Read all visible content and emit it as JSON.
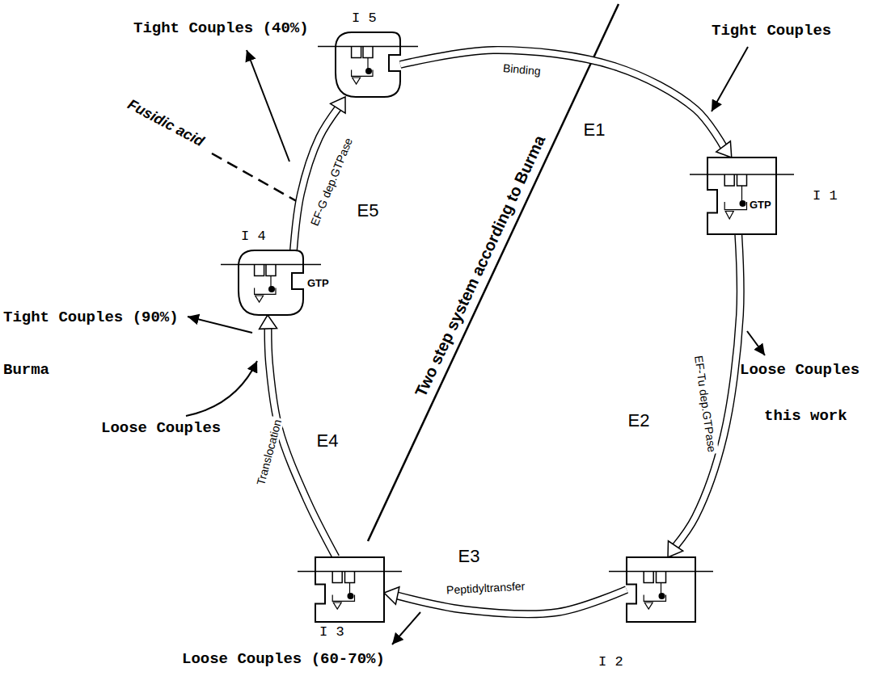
{
  "diagram": {
    "nodes": [
      {
        "text": [
          "I 1",
          "GTP"
        ]
      },
      {
        "text": [
          "I 2"
        ]
      },
      {
        "text": [
          "I 3"
        ]
      },
      {
        "text": [
          "I 4",
          "GTP"
        ]
      },
      {
        "text": [
          "I 5"
        ]
      }
    ],
    "edges": [
      {
        "from": 4,
        "to": 0,
        "arrow": "to",
        "label": "Binding"
      },
      {
        "from": 0,
        "to": 1,
        "arrow": "to",
        "label": "EF-Tu dep.GTPase"
      },
      {
        "from": 1,
        "to": 2,
        "arrow": "to",
        "label": "Peptidyltransfer"
      },
      {
        "from": 2,
        "to": 3,
        "arrow": "to",
        "label": "Translocation"
      },
      {
        "from": 3,
        "to": 4,
        "arrow": "to",
        "label": "EF-G dep.GTPase"
      }
    ],
    "labels": [
      "E1",
      "E2",
      "E3",
      "E4",
      "E5",
      "Tight Couples (40%)",
      "Tight Couples",
      "Loose Couples",
      "this work",
      "Loose Couples (60-70%)",
      "Loose Couples",
      "Tight Couples (90%)",
      "Burma",
      "Two step system according to Burma",
      "Fusidic acid"
    ]
  }
}
